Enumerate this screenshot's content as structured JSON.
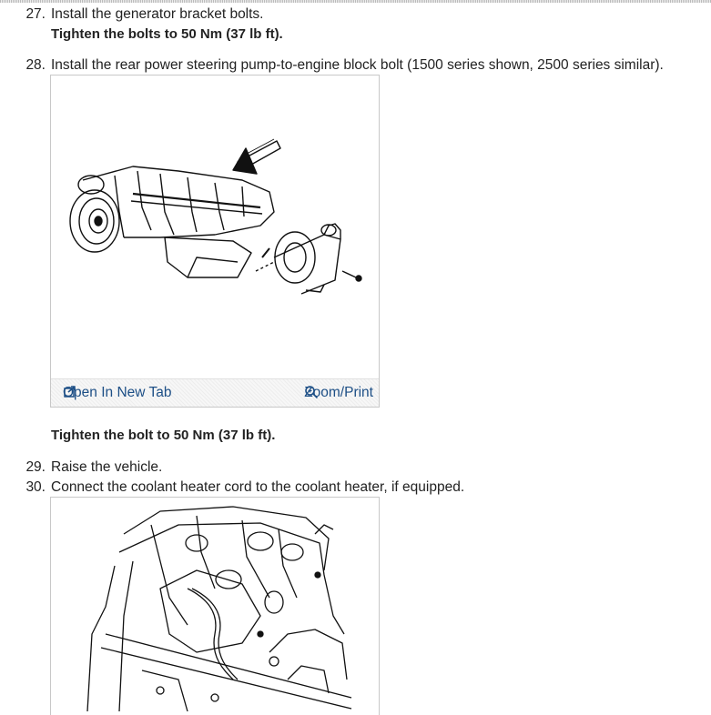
{
  "steps": [
    {
      "num": "27.",
      "text": "Install the generator bracket bolts.",
      "spec": "Tighten the bolts to 50 Nm (37 lb ft)."
    },
    {
      "num": "28.",
      "text": "Install the rear power steering pump-to-engine block bolt (1500 series shown, 2500 series similar).",
      "spec": "Tighten the bolt to 50 Nm (37 lb ft)."
    },
    {
      "num": "29.",
      "text": "Raise the vehicle."
    },
    {
      "num": "30.",
      "text": "Connect the coolant heater cord to the coolant heater, if equipped."
    }
  ],
  "figure_links": {
    "open_new_tab": "Open In New Tab",
    "zoom_print": "Zoom/Print"
  },
  "icons": {
    "open": "open-new-tab-icon",
    "zoom": "magnifier-icon"
  },
  "colors": {
    "link": "#1d4f86",
    "text": "#222222",
    "border": "#c8c8c8"
  }
}
